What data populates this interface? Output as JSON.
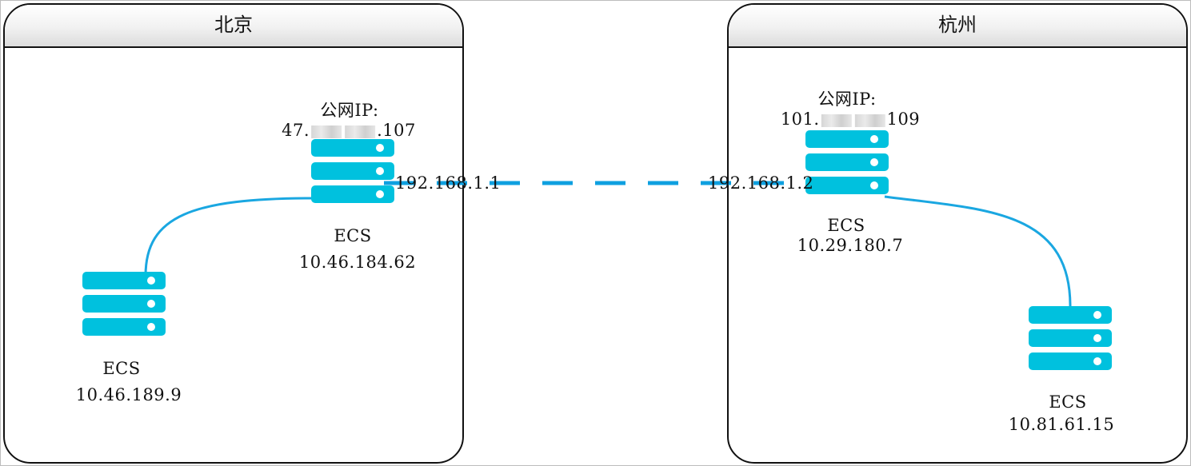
{
  "regions": {
    "beijing": {
      "title": "北京"
    },
    "hangzhou": {
      "title": "杭州"
    }
  },
  "nodes": {
    "bj_public": {
      "public_label": "公网IP:",
      "public_ip_prefix": "47.",
      "public_ip_suffix": ".107",
      "name": "ECS",
      "private_ip": "10.46.184.62",
      "tunnel_ip": "192.168.1.1"
    },
    "bj_private": {
      "name": "ECS",
      "private_ip": "10.46.189.9"
    },
    "hz_public": {
      "public_label": "公网IP:",
      "public_ip_prefix": "101.",
      "public_ip_suffix": "109",
      "name": "ECS",
      "private_ip": "10.29.180.7",
      "tunnel_ip": "192.168.1.2"
    },
    "hz_private": {
      "name": "ECS",
      "private_ip": "10.81.61.15"
    }
  },
  "colors": {
    "server": "#00c1de",
    "link": "#1aa7e1",
    "tunnel": "#0fa0e0"
  },
  "icons": {
    "server": "server-icon"
  }
}
